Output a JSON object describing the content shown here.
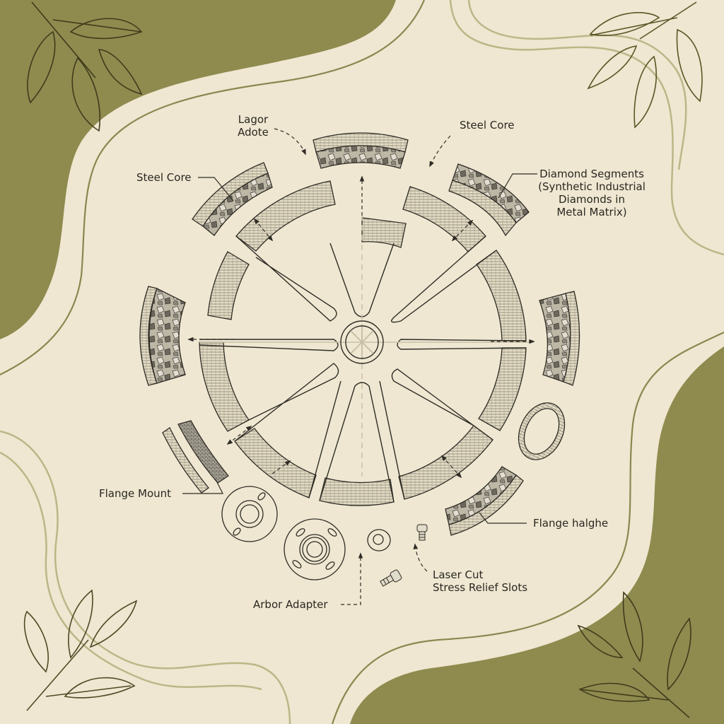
{
  "diagram": {
    "type": "exploded-view illustration",
    "subject": "Segmented diamond saw blade",
    "colors": {
      "background": "#efe7d1",
      "accent_green": "#8f8a4e",
      "line_green": "#8a8750",
      "ink": "#2f2c26",
      "leaf_ink": "#4e4a25"
    }
  },
  "labels": {
    "lagor_adote": "Lagor\nAdote",
    "steel_core_top": "Steel Core",
    "steel_core_left": "Steel Core",
    "diamond_segments": "Diamond Segments\n(Synthetic Industrial\nDiamonds in\nMetal Matrix)",
    "flange_mount": "Flange Mount",
    "flange_halghe": "Flange halghe",
    "laser_cut": "Laser Cut\nStress Relief Slots",
    "arbor_adapter": "Arbor Adapter"
  },
  "components": [
    {
      "id": "central-blade",
      "name": "Segmented steel core blade with 8 spokes"
    },
    {
      "id": "segment-top",
      "name": "Diamond segment (top)"
    },
    {
      "id": "segment-top-left",
      "name": "Diamond segment (top-left)"
    },
    {
      "id": "segment-top-right",
      "name": "Diamond segment (top-right)"
    },
    {
      "id": "segment-left",
      "name": "Diamond segment (left)"
    },
    {
      "id": "segment-right",
      "name": "Diamond segment (right)"
    },
    {
      "id": "segment-bottom-left",
      "name": "Diamond segment (bottom-left)"
    },
    {
      "id": "segment-bottom-right",
      "name": "Diamond segment (bottom-right)"
    },
    {
      "id": "oval-ring",
      "name": "Ring gasket"
    },
    {
      "id": "flange-mount",
      "name": "Flange mount disc"
    },
    {
      "id": "arbor-flange",
      "name": "Arbor flange disc"
    },
    {
      "id": "bushing",
      "name": "Bushing"
    },
    {
      "id": "screw-1",
      "name": "Screw"
    },
    {
      "id": "screw-2",
      "name": "Screw"
    }
  ]
}
